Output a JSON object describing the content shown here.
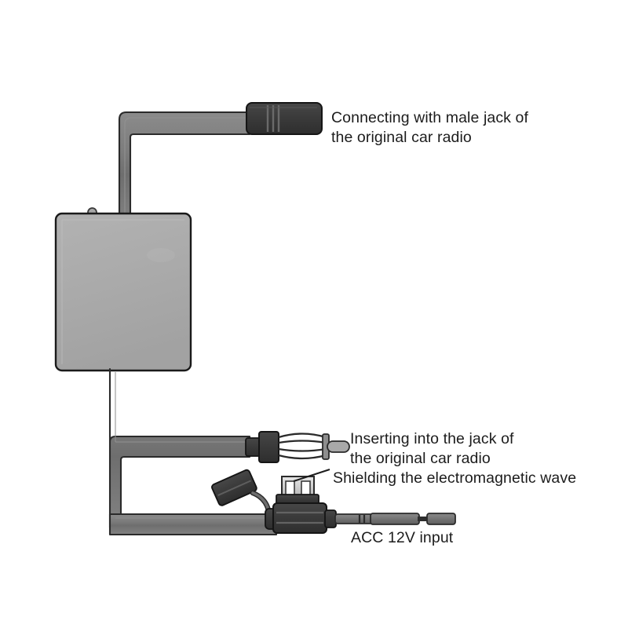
{
  "diagram": {
    "title": "Car radio antenna amplifier wiring diagram",
    "background_color": "#ffffff",
    "labels": {
      "top_connector": "Connecting with male jack of\nthe original car radio",
      "antenna_jack": "Inserting into the jack of\nthe original car radio",
      "shielding": "Shielding the electromagnetic wave",
      "acc_input": "ACC 12V input"
    },
    "colors": {
      "text": "#1c1c1c",
      "box_fill": "#aaaaaa",
      "box_stroke": "#1a1a1a",
      "cable_fill": "#7a7a7a",
      "cable_stroke": "#2b2b2b",
      "connector_dark": "#3a3a3a",
      "connector_dark_stroke": "#1a1a1a",
      "shield_metal": "#d4d4d4",
      "leader_line": "#1c1c1c"
    },
    "parts": {
      "amplifier_box": "amplifier-box",
      "box_nub": "box-top-nub",
      "top_cable": "top-cable",
      "male_connector": "male-jack-connector",
      "bottom_cable": "bottom-cable",
      "antenna_plug": "antenna-male-plug",
      "shield_connector": "shield-connector",
      "shield_cap": "shield-metal-cap",
      "side_clip": "side-clip-tag",
      "acc_wire": "acc-power-wire"
    }
  }
}
